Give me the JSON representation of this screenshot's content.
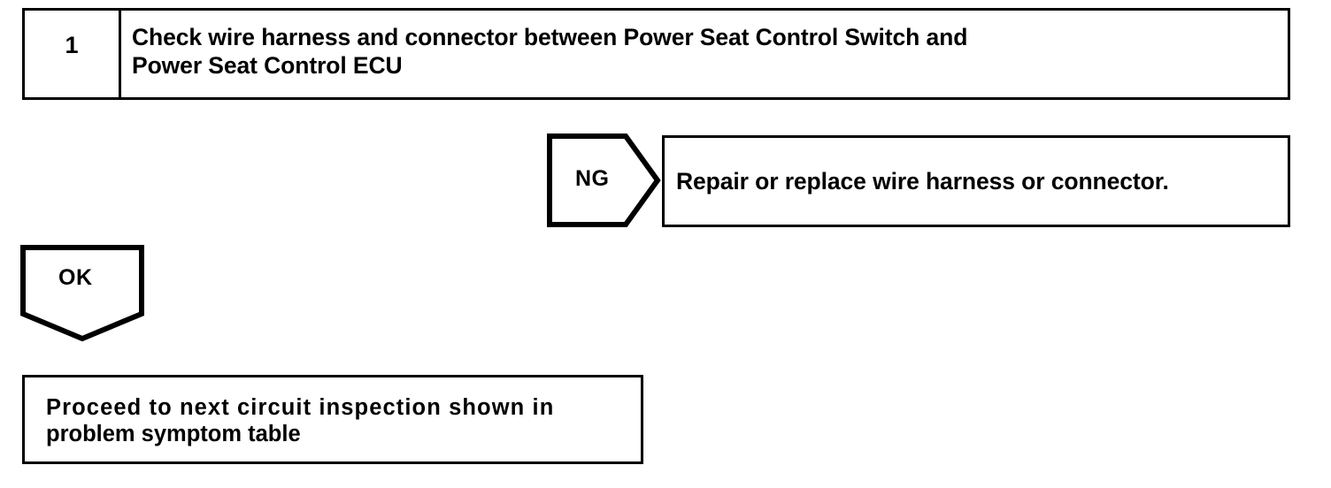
{
  "diagram": {
    "type": "troubleshooting-flowchart",
    "background_color": "#ffffff",
    "line_color": "#000000",
    "text_color": "#000000"
  },
  "step": {
    "number": "1",
    "line1": "Check wire harness and connector between Power Seat Control Switch and",
    "line2": "Power Seat Control ECU"
  },
  "branches": {
    "ng": {
      "label": "NG",
      "shape": "chevron-right",
      "result_text": "Repair or replace wire harness or connector."
    },
    "ok": {
      "label": "OK",
      "shape": "chevron-down"
    }
  },
  "outcome": {
    "line1": "Proceed to next circuit inspection shown in",
    "line2": "problem symptom table"
  }
}
